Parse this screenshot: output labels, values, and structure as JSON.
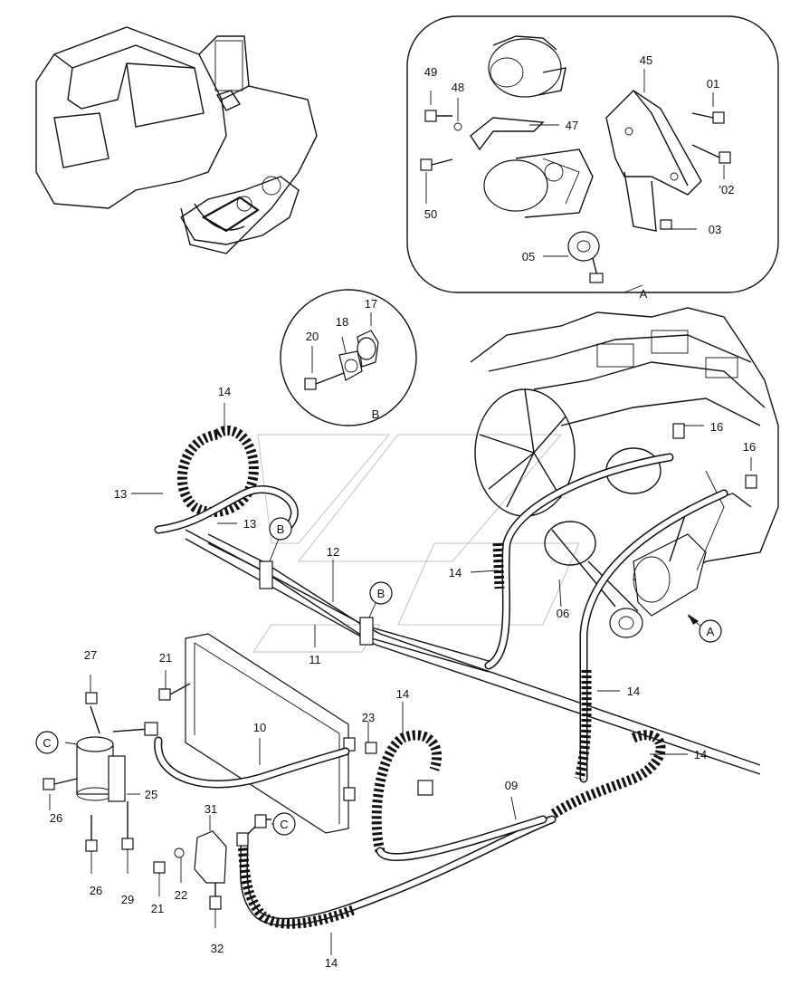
{
  "callouts": {
    "c01": "01",
    "c02": "'02",
    "c03": "03",
    "c05": "05",
    "c45": "45",
    "c47": "47",
    "c48": "48",
    "c49": "49",
    "c50": "50",
    "cA_top": "A",
    "c17": "17",
    "c18": "18",
    "c20": "20",
    "cB_detail": "B",
    "c14_a": "14",
    "c13_a": "13",
    "c13_b": "13",
    "c12": "12",
    "c11": "11",
    "c14_b": "14",
    "c16_a": "16",
    "c16_b": "16",
    "c06": "06",
    "c14_c": "14",
    "c14_d": "14",
    "c14_e": "14",
    "c14_f": "14",
    "c09": "09",
    "c10": "10",
    "c21_a": "21",
    "c21_b": "21",
    "c22": "22",
    "c23": "23",
    "c25": "25",
    "c26_a": "26",
    "c26_b": "26",
    "c27": "27",
    "c29": "29",
    "c31": "31",
    "c32": "32"
  },
  "markers": {
    "b1": "B",
    "b2": "B",
    "a_marker": "A",
    "c1": "C",
    "c2": "C"
  }
}
